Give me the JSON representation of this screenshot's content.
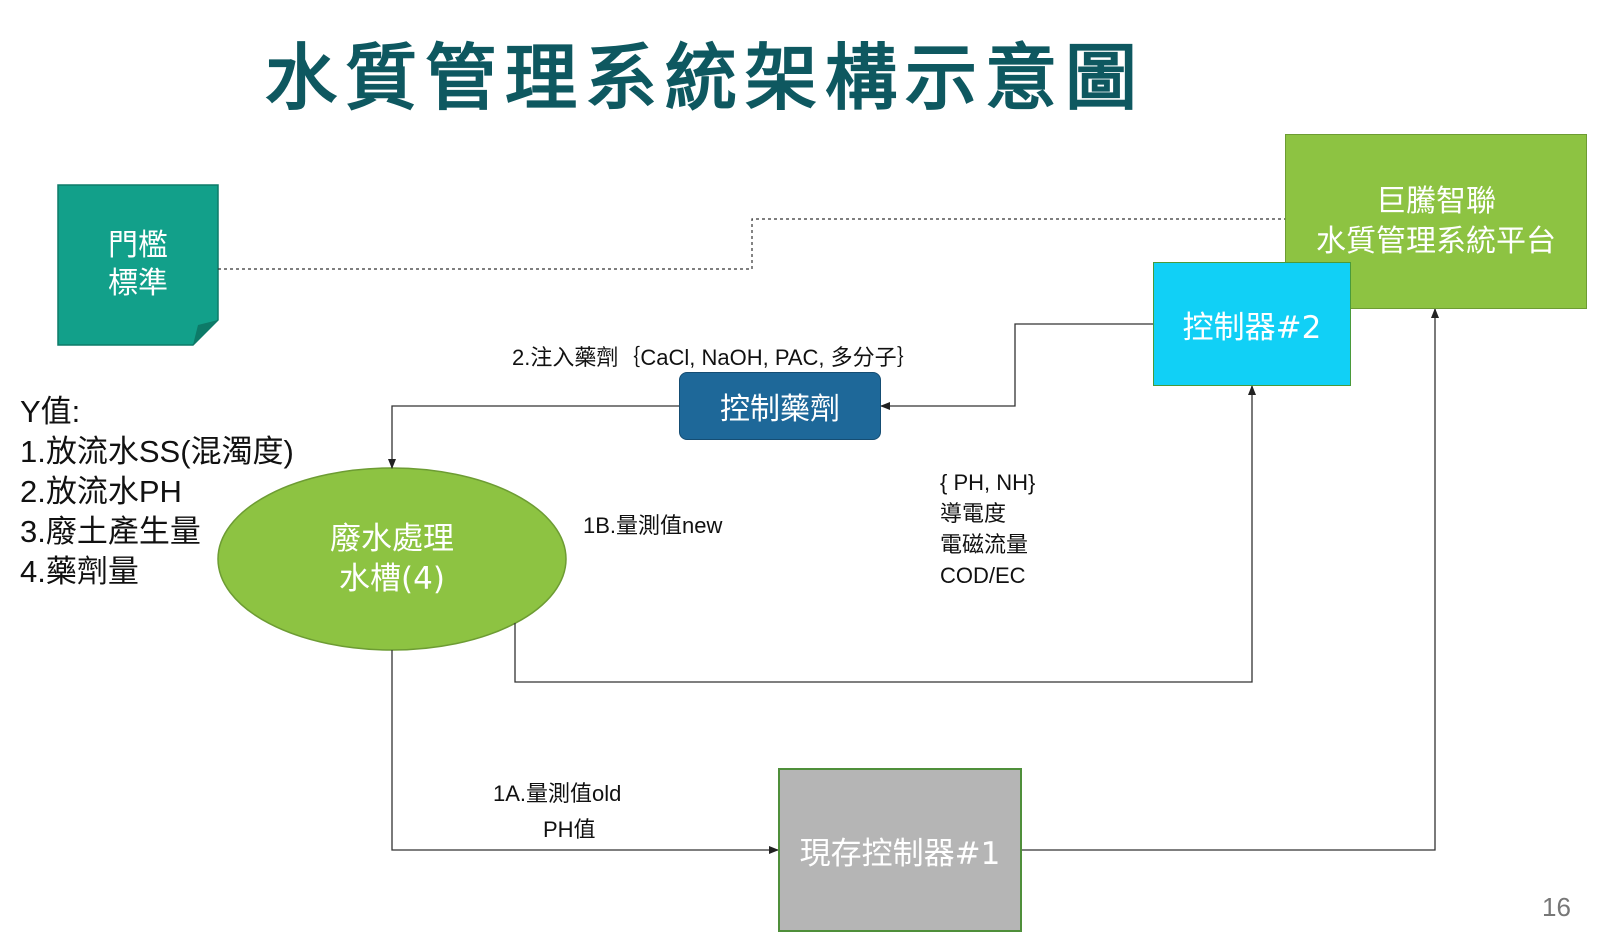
{
  "title": "水質管理系統架構示意圖",
  "nodes": {
    "threshold": {
      "line1": "門檻",
      "line2": "標準"
    },
    "platform": {
      "line1": "巨騰智聯",
      "line2": "水質管理系統平台"
    },
    "controller2": {
      "label": "控制器#2"
    },
    "dosing_control": {
      "label": "控制藥劑"
    },
    "tank": {
      "line1": "廢水處理",
      "line2": "水槽(4)"
    },
    "controller1": {
      "label": "現存控制器#1"
    }
  },
  "y_values": {
    "heading": "Y值:",
    "items": [
      "1.放流水SS(混濁度)",
      "2.放流水PH",
      "3.廢土產生量",
      "4.藥劑量"
    ]
  },
  "annotations": {
    "inject": "2.注入藥劑｛CaCl, NaOH, PAC, 多分子｝",
    "measure_new": "1B.量測值new",
    "sensors": [
      "{ PH, NH}",
      "導電度",
      "電磁流量",
      "COD/EC"
    ],
    "measure_old": "1A.量測值old",
    "ph_value": "PH值"
  },
  "colors": {
    "title": "#0e5860",
    "threshold": "#12a08a",
    "platform": "#8dc342",
    "controller2": "#11d0f6",
    "dosing": "#1e6899",
    "tank": "#8dc342",
    "controller1": "#b5b5b5",
    "connector": "#333333"
  },
  "page_number": "16"
}
